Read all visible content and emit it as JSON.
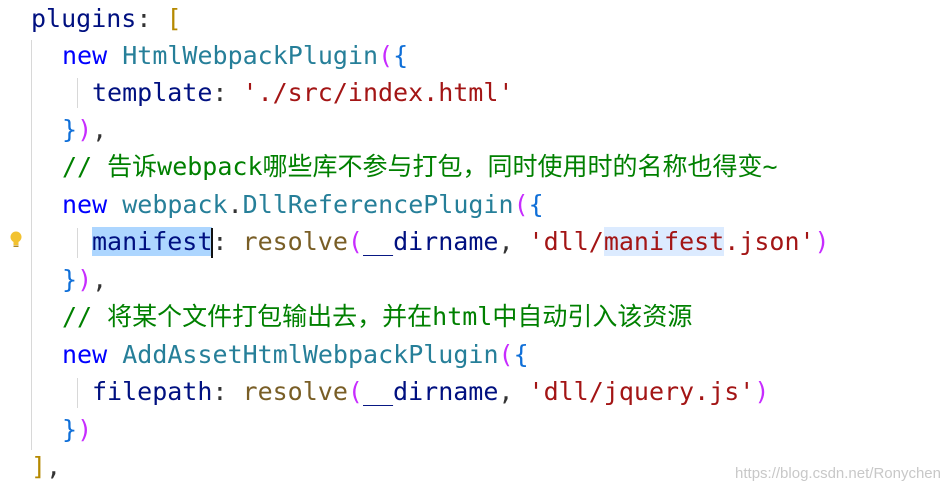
{
  "code": {
    "line1": {
      "prop": "plugins",
      "colon": ": ",
      "bracket": "["
    },
    "line2": {
      "keyword": "new",
      "class": "HtmlWebpackPlugin",
      "paren": "(",
      "brace": "{"
    },
    "line3": {
      "prop": "template",
      "colon": ": ",
      "string": "'./src/index.html'"
    },
    "line4": {
      "brace": "}",
      "paren": ")",
      "comma": ","
    },
    "line5": {
      "comment": "// 告诉webpack哪些库不参与打包，同时使用时的名称也得变~"
    },
    "line6": {
      "keyword": "new",
      "object": "webpack",
      "dot": ".",
      "class": "DllReferencePlugin",
      "paren": "(",
      "brace": "{"
    },
    "line7": {
      "prop": "manifest",
      "colon": ": ",
      "fn_a": "resol",
      "fn_b": "ve",
      "paren_open": "(",
      "arg": "__dirname",
      "comma": ", ",
      "string_a": "'dll/",
      "string_b": "manifest",
      "string_c": ".json'",
      "paren_close": ")"
    },
    "line8": {
      "brace": "}",
      "paren": ")",
      "comma": ","
    },
    "line9": {
      "comment": "// 将某个文件打包输出去，并在html中自动引入该资源"
    },
    "line10": {
      "keyword": "new",
      "class": "AddAssetHtmlWebpackPlugin",
      "paren": "(",
      "brace": "{"
    },
    "line11": {
      "prop": "filepath",
      "colon": ": ",
      "fn": "resolve",
      "paren_open": "(",
      "arg": "__dirname",
      "comma": ", ",
      "string": "'dll/jquery.js'",
      "paren_close": ")"
    },
    "line12": {
      "brace": "}",
      "paren": ")"
    },
    "line13": {
      "bracket": "]",
      "comma": ","
    }
  },
  "icons": {
    "lightbulb": "lightbulb-icon"
  },
  "watermark": "https://blog.csdn.net/Ronychen",
  "colors": {
    "keyword": "#0000ff",
    "class": "#267f99",
    "property": "#001080",
    "string": "#a31515",
    "function": "#795e26",
    "comment": "#008000",
    "selection": "#add6ff",
    "bulb": "#f2c230"
  }
}
